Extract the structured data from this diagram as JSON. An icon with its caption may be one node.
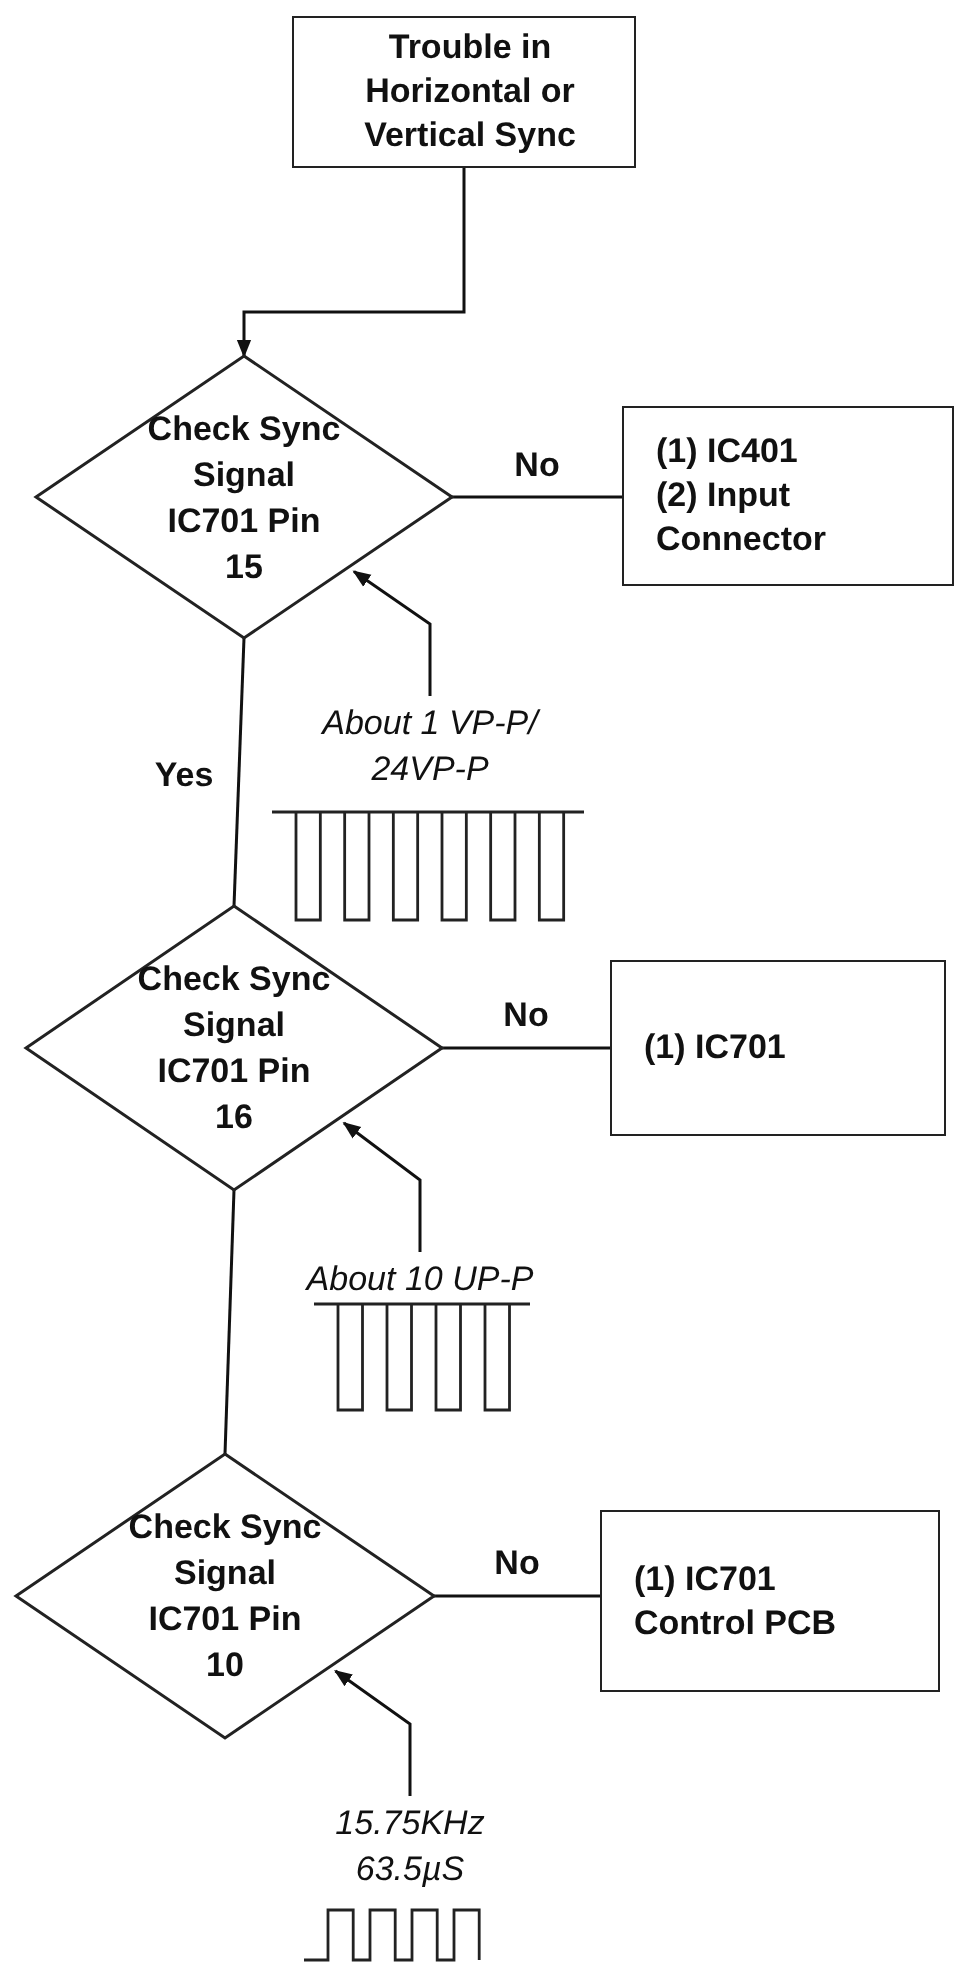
{
  "diagram": {
    "nodes": [
      {
        "text": [
          "Trouble in Horizontal or Vertical Sync"
        ]
      },
      {
        "text": [
          "Check Sync Signal IC701 Pin 15"
        ]
      },
      {
        "text": [
          "(1) IC401",
          "(2) Input Connector"
        ]
      },
      {
        "text": [
          "About 1 VP-P/ 24VP-P"
        ]
      },
      {
        "text": [
          "Check Sync Signal IC701 Pin 16"
        ]
      },
      {
        "text": [
          "(1) IC701"
        ]
      },
      {
        "text": [
          "About 10 UP-P"
        ]
      },
      {
        "text": [
          "Check Sync Signal IC701 Pin 10"
        ]
      },
      {
        "text": [
          "(1) IC701",
          "Control PCB"
        ]
      },
      {
        "text": [
          "15.75KHz 63.5µS"
        ]
      }
    ],
    "edges": [
      {
        "from": 0,
        "to": 1,
        "arrow": "to"
      },
      {
        "from": 1,
        "to": 2,
        "arrow": "none",
        "label": "No"
      },
      {
        "from": 3,
        "to": 1,
        "arrow": "to"
      },
      {
        "from": 1,
        "to": 4,
        "arrow": "none",
        "label": "Yes"
      },
      {
        "from": 4,
        "to": 5,
        "arrow": "none",
        "label": "No"
      },
      {
        "from": 6,
        "to": 4,
        "arrow": "to"
      },
      {
        "from": 4,
        "to": 7,
        "arrow": "none"
      },
      {
        "from": 7,
        "to": 8,
        "arrow": "none",
        "label": "No"
      },
      {
        "from": 9,
        "to": 7,
        "arrow": "to"
      }
    ]
  }
}
